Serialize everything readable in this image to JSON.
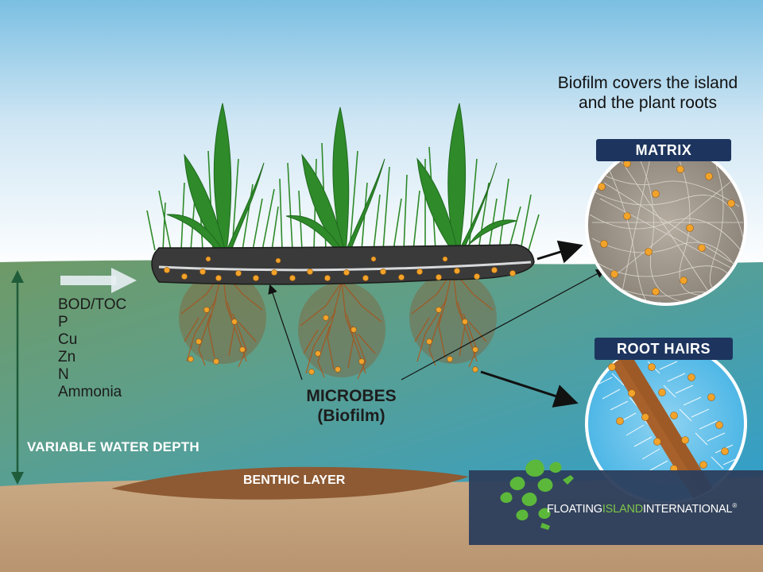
{
  "caption": {
    "line1": "Biofilm covers the island",
    "line2": "and the plant roots"
  },
  "inset_matrix": {
    "label": "MATRIX"
  },
  "inset_root_hairs": {
    "label": "ROOT HAIRS"
  },
  "pollutants": [
    "BOD/TOC",
    "P",
    "Cu",
    "Zn",
    "N",
    "Ammonia"
  ],
  "microbes": {
    "line1": "MICROBES",
    "line2": "(Biofilm)"
  },
  "water_depth_label": "VARIABLE WATER DEPTH",
  "benthic_label": "BENTHIC LAYER",
  "brand": {
    "part1": "FLOATING",
    "part2": "ISLAND",
    "part3": "INTERNATIONAL",
    "mark": "®",
    "logo_icon": "frog-leaf-cluster-icon"
  },
  "colors": {
    "sky": "#cfe6f4",
    "water_top": "#6f9a67",
    "water_bottom": "#2f9fd0",
    "sediment": "#c7a57f",
    "benthic": "#8d5a33",
    "island_mat": "#3a3a3a",
    "microbe_dot": "#f2a32a",
    "root": "#a8612a",
    "grass": "#2f8a2a",
    "label_bg": "#1d355e",
    "brand_bg": "#2c3e5c",
    "brand_accent": "#7ec44a"
  }
}
